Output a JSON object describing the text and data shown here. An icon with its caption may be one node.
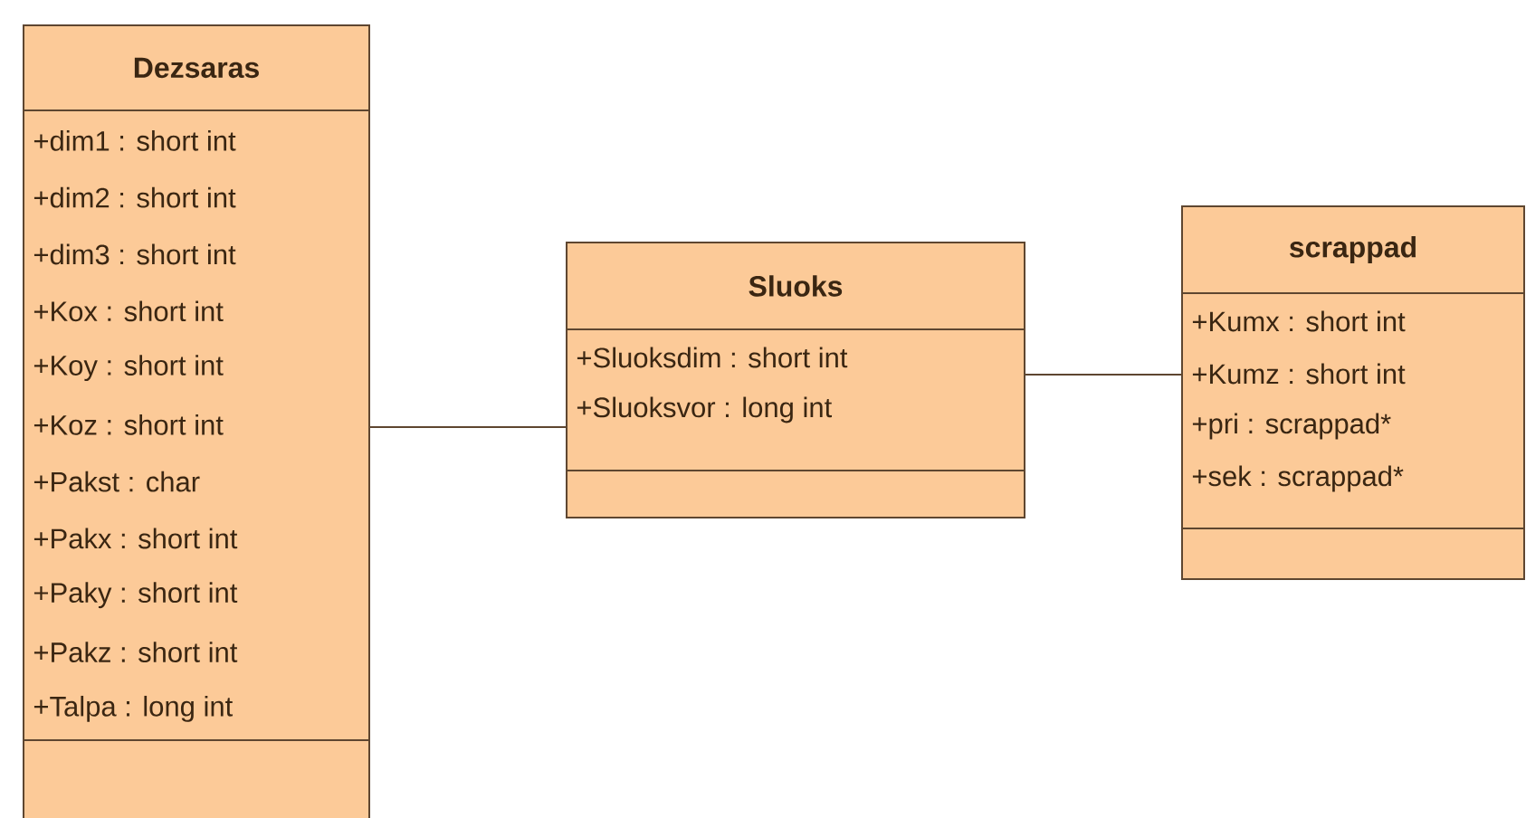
{
  "diagram": {
    "nodes": [
      {
        "text": [
          "Dezsaras",
          "+dim1 : short int",
          "+dim2 : short int",
          "+dim3 : short int",
          "+Kox : short int",
          "+Koy : short int",
          "+Koz : short int",
          "+Pakst : char",
          "+Pakx : short int",
          "+Paky : short int",
          "+Pakz : short int",
          "+Talpa : long int"
        ]
      },
      {
        "text": [
          "Sluoks",
          "+Sluoksdim : short int",
          "+Sluoksvor : long int"
        ]
      },
      {
        "text": [
          "scrappad",
          "+Kumx : short int",
          "+Kumz : short int",
          "+pri : scrappad*",
          "+sek : scrappad*"
        ]
      }
    ],
    "edges": [
      {
        "from": 0,
        "to": 1,
        "arrow": "none"
      },
      {
        "from": 1,
        "to": 2,
        "arrow": "none"
      }
    ]
  }
}
